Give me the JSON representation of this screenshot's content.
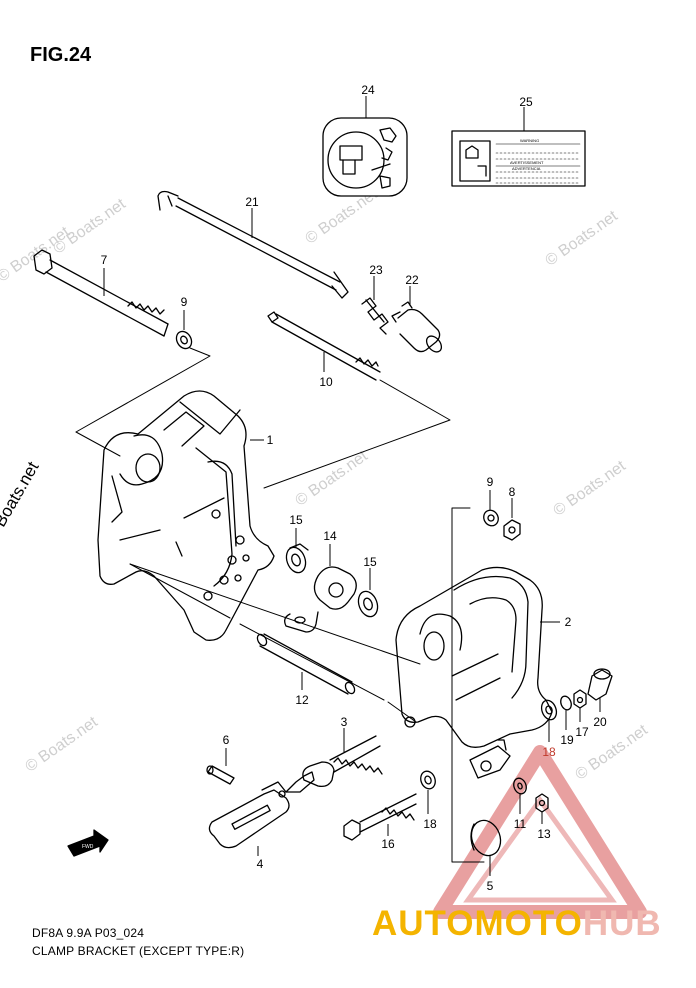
{
  "figure": {
    "title": "FIG.24",
    "code": "DF8A 9.9A P03_024",
    "caption": "CLAMP BRACKET (EXCEPT TYPE:R)"
  },
  "watermark": {
    "site": "© Boats.net",
    "brand_part_1": "AUTOMOTO",
    "brand_part_2": "HUB"
  },
  "label_25": {
    "warning": "WARNING",
    "avertissement": "AVERTISSEMENT",
    "advertencia": "ADVERTENCIA"
  },
  "callouts": [
    {
      "id": "24"
    },
    {
      "id": "25"
    },
    {
      "id": "21"
    },
    {
      "id": "7"
    },
    {
      "id": "9"
    },
    {
      "id": "23"
    },
    {
      "id": "22"
    },
    {
      "id": "10"
    },
    {
      "id": "1"
    },
    {
      "id": "9"
    },
    {
      "id": "8"
    },
    {
      "id": "15"
    },
    {
      "id": "14"
    },
    {
      "id": "15"
    },
    {
      "id": "2"
    },
    {
      "id": "12"
    },
    {
      "id": "3"
    },
    {
      "id": "6"
    },
    {
      "id": "18"
    },
    {
      "id": "19"
    },
    {
      "id": "17"
    },
    {
      "id": "20"
    },
    {
      "id": "16"
    },
    {
      "id": "18"
    },
    {
      "id": "11"
    },
    {
      "id": "13"
    },
    {
      "id": "4"
    },
    {
      "id": "5"
    }
  ],
  "fwd_icon": "FWD",
  "colors": {
    "line": "#000000",
    "watermark": "#cfcfcf",
    "brand_yellow": "#f4b400",
    "brand_pink": "#f0b8b0",
    "triangle": "#e8a0a0",
    "callout_18_red": "#c0392b"
  }
}
